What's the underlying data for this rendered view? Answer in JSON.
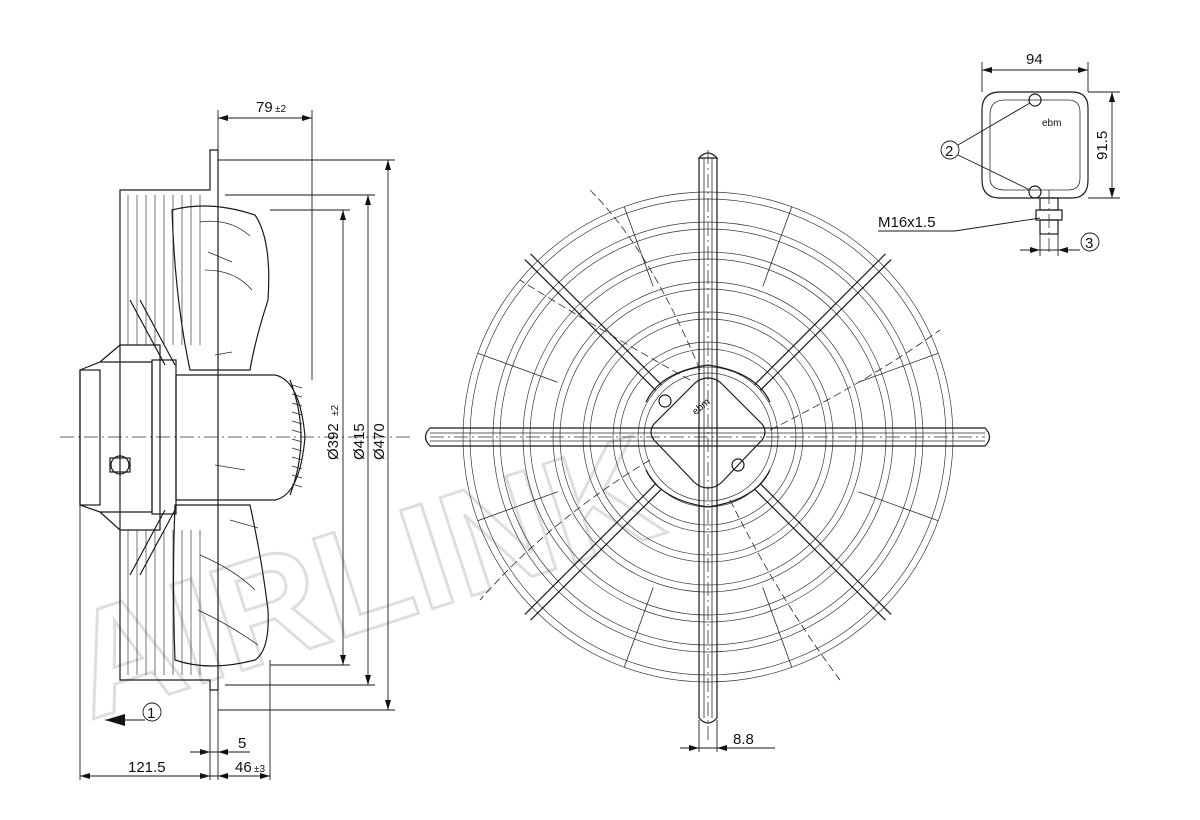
{
  "watermark": "AIRLINK",
  "side_view": {
    "dim_79": "79",
    "dim_79_tol": "±2",
    "dim_392": "Ø392",
    "dim_392_tol": "±2",
    "dim_415": "Ø415",
    "dim_470": "Ø470",
    "dim_5": "5",
    "dim_121_5": "121.5",
    "dim_46": "46",
    "dim_46_tol": "±3",
    "callout_1": "1"
  },
  "front_view": {
    "dim_8_8": "8.8",
    "logo": "ebm"
  },
  "box_view": {
    "dim_94": "94",
    "dim_91_5": "91.5",
    "callout_2": "2",
    "callout_3": "3",
    "thread": "M16x1.5",
    "logo": "ebm"
  }
}
